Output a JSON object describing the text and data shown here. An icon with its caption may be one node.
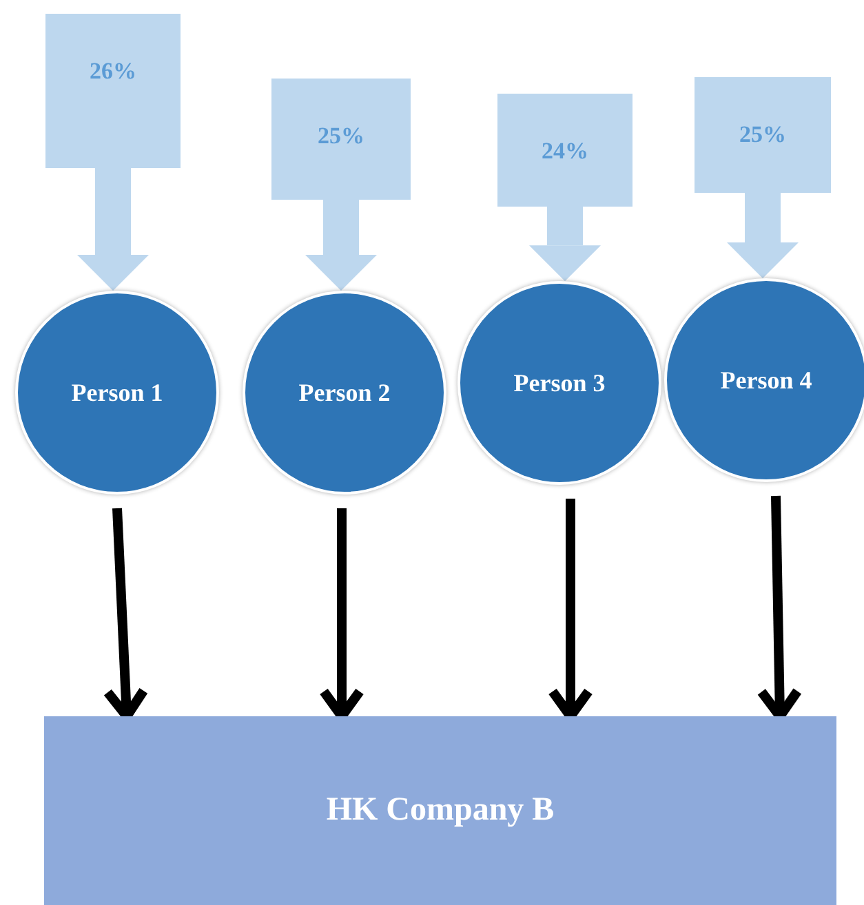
{
  "diagram": {
    "nodes": [
      {
        "text": [
          "26%"
        ]
      },
      {
        "text": [
          "25%"
        ]
      },
      {
        "text": [
          "24%"
        ]
      },
      {
        "text": [
          "25%"
        ]
      },
      {
        "text": [
          "Person 1"
        ]
      },
      {
        "text": [
          "Person 2"
        ]
      },
      {
        "text": [
          "Person 3"
        ]
      },
      {
        "text": [
          "Person 4"
        ]
      },
      {
        "text": [
          "HK Company B"
        ]
      }
    ],
    "edges": [
      {
        "from": 0,
        "to": 4,
        "arrow": "to",
        "style": "thick",
        "color": "#bdd7ee"
      },
      {
        "from": 1,
        "to": 5,
        "arrow": "to",
        "style": "thick",
        "color": "#bdd7ee"
      },
      {
        "from": 2,
        "to": 6,
        "arrow": "to",
        "style": "thick",
        "color": "#bdd7ee"
      },
      {
        "from": 3,
        "to": 7,
        "arrow": "to",
        "style": "thick",
        "color": "#bdd7ee"
      },
      {
        "from": 4,
        "to": 8,
        "arrow": "to",
        "color": "#000000"
      },
      {
        "from": 5,
        "to": 8,
        "arrow": "to",
        "color": "#000000"
      },
      {
        "from": 6,
        "to": 8,
        "arrow": "to",
        "color": "#000000"
      },
      {
        "from": 7,
        "to": 8,
        "arrow": "to",
        "color": "#000000"
      }
    ]
  }
}
